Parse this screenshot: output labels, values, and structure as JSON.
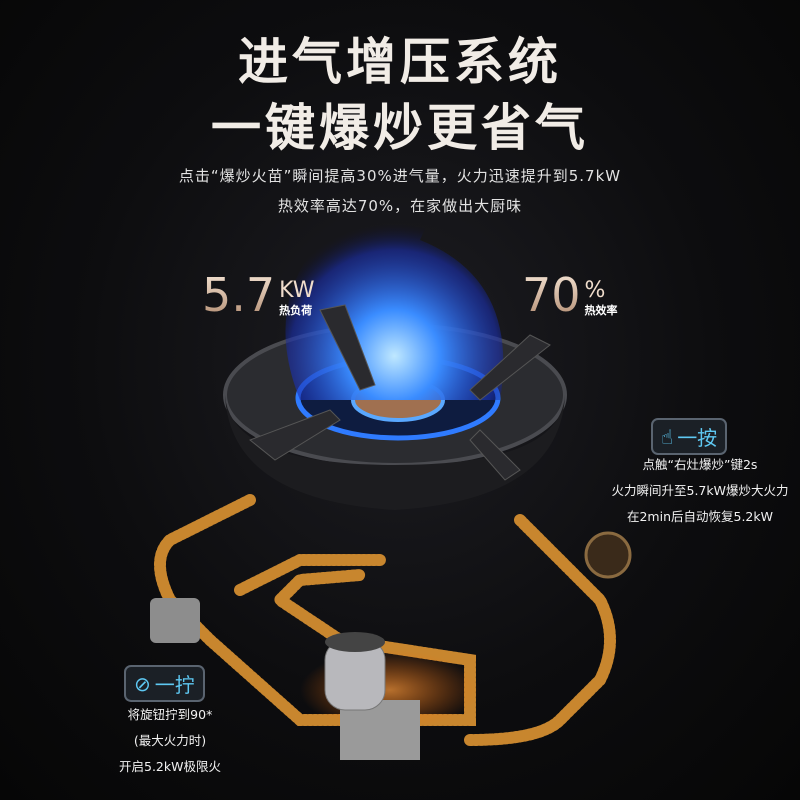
{
  "headline": {
    "line1": "进气增压系统",
    "line2": "一键爆炒更省气"
  },
  "subtitle": {
    "line1": "点击“爆炒火苗”瞬间提高30%进气量，火力迅速提升到5.7kW",
    "line2": "热效率高达70%，在家做出大厨味"
  },
  "stats": [
    {
      "value": "5.7",
      "unit": "KW",
      "label": "热负荷"
    },
    {
      "value": "70",
      "unit": "%",
      "label": "热效率"
    }
  ],
  "press": {
    "icon": "touch-hand-icon",
    "label": "一按",
    "lines": [
      "点触“右灶爆炒”键2s",
      "火力瞬间升至5.7kW爆炒大火力",
      "在2min后自动恢复5.2kW"
    ]
  },
  "twist": {
    "icon": "knob-dial-icon",
    "label": "一拧",
    "lines": [
      "将旋钮拧到90*",
      "(最大火力时)",
      "开启5.2kW极限火"
    ]
  },
  "colors": {
    "flame": "#2e6cf0",
    "pipe": "#c8862e",
    "accent": "#5ec8f2",
    "gold": "#e7cdb6"
  }
}
